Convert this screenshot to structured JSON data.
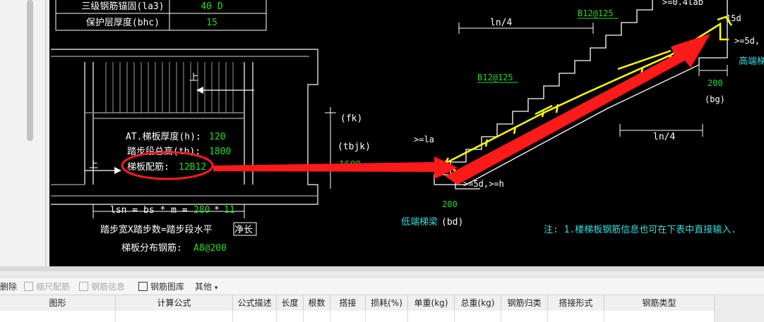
{
  "params_table": {
    "rows": [
      {
        "label": "三级钢筋锚固(la3)",
        "value": "40 D"
      },
      {
        "label": "保护层厚度(bhc)",
        "value": "15"
      }
    ]
  },
  "plan_view": {
    "up_label_1": "上",
    "up_label_2": "上",
    "thickness_label": "AT.梯板厚度(h):",
    "thickness_value": "120",
    "height_label": "踏步段总高(th):",
    "height_value": "1800",
    "rebar_label": "梯板配筋:",
    "rebar_value": "12B12",
    "fk_label": "(fk)",
    "tbjk_label": "(tbjk)",
    "tbjk_value": "1600",
    "lsn_formula": "lsn = bs * m =",
    "lsn_bs_value": "280",
    "lsn_op": "*",
    "lsn_m_value": "11",
    "caption": "踏步宽X踏步数=踏步段水平",
    "caption_end": "净长",
    "dist_label": "梯板分布钢筋:",
    "dist_value": "A8@200"
  },
  "section_view": {
    "ln4_top": "ln/4",
    "ln4_bottom": "ln/4",
    "rebar_top": "B12@125",
    "rebar_mid": "B12@125",
    "la_label": ">=la",
    "hook_low": ">=5d,>=h",
    "dim_low": "200",
    "low_beam_label": "低端梯梁",
    "low_beam_code": "(bd)",
    "top_partial": ">=0.4lab",
    "d15": "15d",
    "hook_high": ">=5d,",
    "high_beam_label": "高端梯",
    "dim_high": "200",
    "bg_label": "(bg)",
    "note": "注: 1.楼梯板钢筋信息也可在下表中直接输入."
  },
  "toolbar": {
    "delete": "删除",
    "scale_rebar": "缩尺配筋",
    "rebar_info": "钢筋信息",
    "rebar_library": "钢筋图库",
    "other": "其他"
  },
  "grid": {
    "columns": [
      "图形",
      "计算公式",
      "公式描述",
      "长度",
      "根数",
      "搭接",
      "损耗(%)",
      "单重(kg)",
      "总重(kg)",
      "钢筋归类",
      "搭接形式",
      "钢筋类型"
    ]
  },
  "colors": {
    "cad_bg": "#000000",
    "cad_line": "#ffffff",
    "value_green": "#22dd22",
    "rebar_yellow": "#ffff00",
    "accent_red": "#ff1a1a",
    "label_cyan": "#33dddd"
  }
}
